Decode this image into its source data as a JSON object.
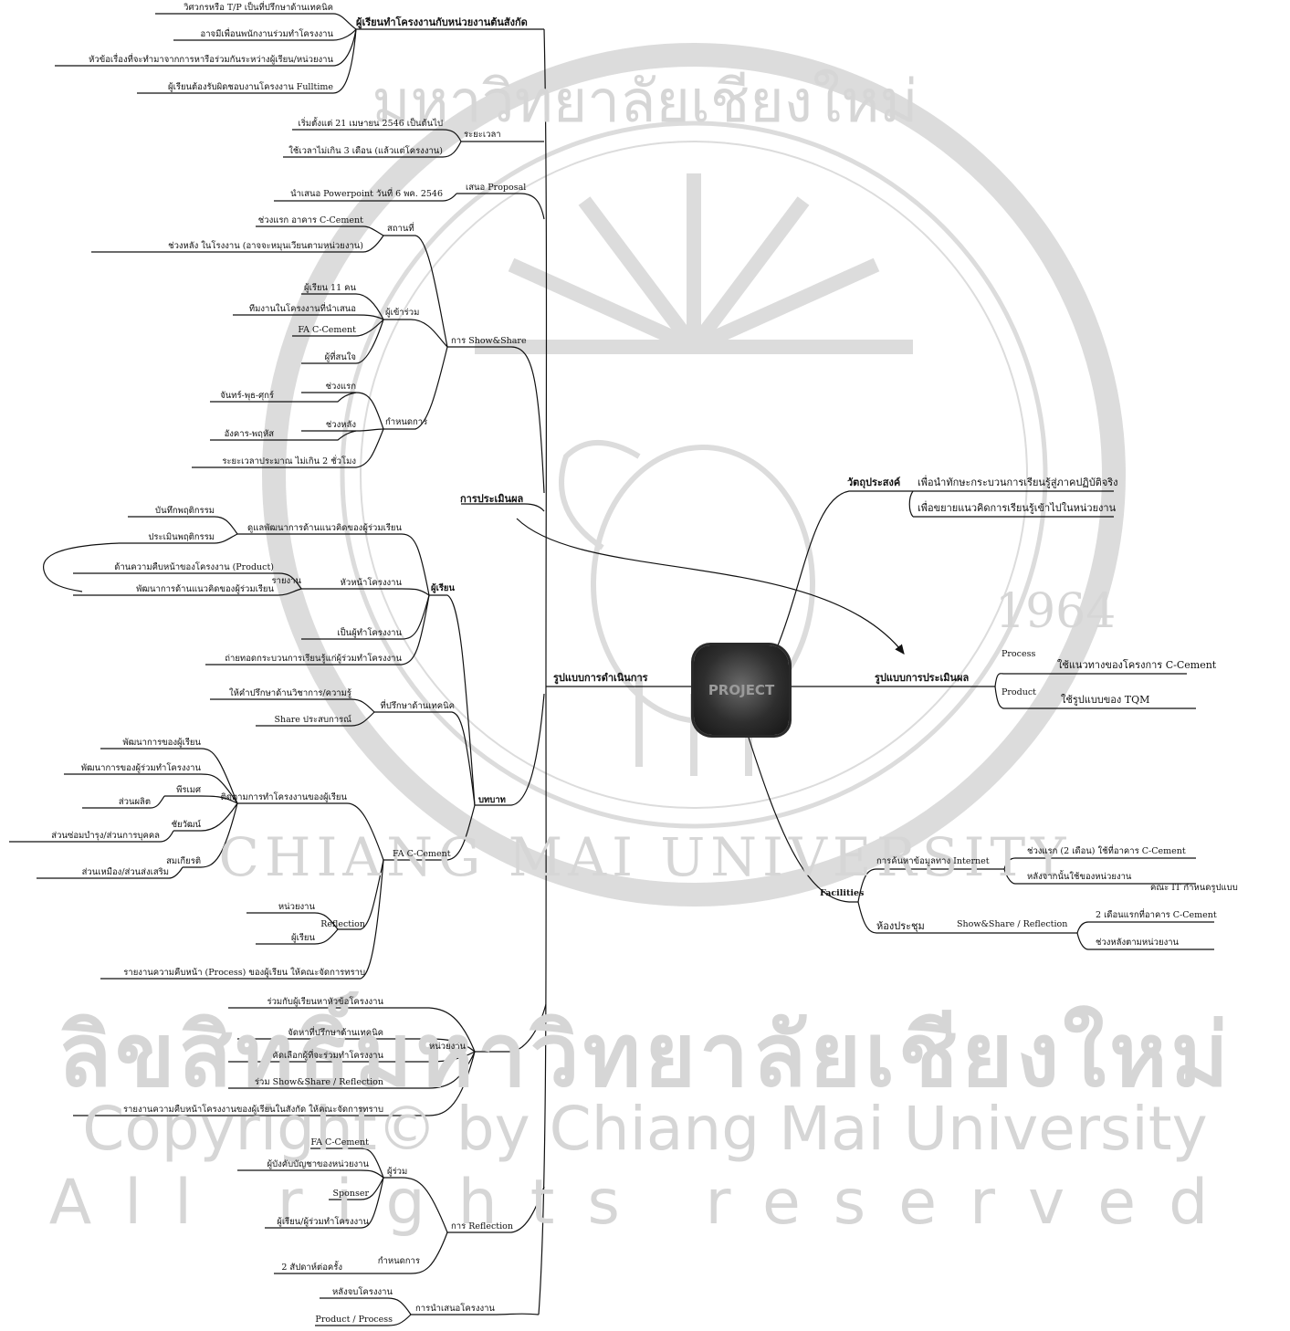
{
  "center": {
    "title": "PROJECT"
  },
  "watermark": {
    "thai": "ลิขสิทธิ์มหาวิทยาลัยเชียงใหม่",
    "copyright": "Copyright© by Chiang Mai University",
    "rights": "All rights reserved",
    "seal_ring_top": "มหาวิทยาลัยเชียงใหม่",
    "seal_ring_bottom": "CHIANG MAI UNIVERSITY",
    "seal_year": "1964"
  },
  "right": {
    "objectives": {
      "label": "วัตถุประสงค์",
      "items": [
        "เพื่อนำทักษะกระบวนการเรียนรู้สู่ภาคปฏิบัติจริง",
        "เพื่อขยายแนวคิดการเรียนรู้เข้าไปในหน่วยงาน"
      ]
    },
    "evaluation": {
      "label": "รูปแบบการประเมินผล",
      "process": {
        "label": "Process",
        "value": "ใช้แนวทางของโครงการ C-Cement"
      },
      "product": {
        "label": "Product",
        "value": "ใช้รูปแบบของ TQM"
      }
    },
    "facilities": {
      "label": "Facilities",
      "internet": {
        "label": "การค้นหาข้อมูลทาง Internet",
        "first": "ช่วงแรก (2 เดือน) ใช้ที่อาคาร C-Cement",
        "after": "หลังจากนั้นใช้ของหน่วยงาน",
        "it": "คณะ IT กำหนดรูปแบบ"
      },
      "meeting": {
        "label": "ห้องประชุม",
        "sub": "Show&Share / Reflection",
        "first": "2 เดือนแรกที่อาคาร C-Cement",
        "after": "ช่วงหลังตามหน่วยงาน"
      }
    }
  },
  "left": {
    "main_label": "รูปแบบการดำเนินการ",
    "eval_label": "การประเมินผล",
    "workplace": {
      "label": "ผู้เรียนทำโครงงานกับหน่วยงานต้นสังกัด",
      "items": [
        "วิศวกรหรือ T/P เป็นที่ปรึกษาด้านเทคนิค",
        "อาจมีเพื่อนพนักงานร่วมทำโครงงาน",
        "หัวข้อเรื่องที่จะทำมาจากการหารือร่วมกันระหว่างผู้เรียน/หน่วยงาน",
        "ผู้เรียนต้องรับผิดชอบงานโครงงาน Fulltime"
      ]
    },
    "duration": {
      "label": "ระยะเวลา",
      "items": [
        "เริ่มตั้งแต่ 21 เมษายน 2546 เป็นต้นไป",
        "ใช้เวลาไม่เกิน 3 เดือน (แล้วแต่โครงงาน)"
      ]
    },
    "proposal": {
      "label": "เสนอ Proposal",
      "item": "นำเสนอ Powerpoint วันที่ 6 พค. 2546"
    },
    "showshare": {
      "label": "การ Show&Share",
      "place": {
        "label": "สถานที่",
        "items": [
          "ช่วงแรก อาคาร C-Cement",
          "ช่วงหลัง ในโรงงาน (อาจจะหมุนเวียนตามหน่วยงาน)"
        ]
      },
      "participants": {
        "label": "ผู้เข้าร่วม",
        "items": [
          "ผู้เรียน 11 คน",
          "ทีมงานในโครงงานที่นำเสนอ",
          "FA C-Cement",
          "ผู้ที่สนใจ"
        ]
      },
      "schedule": {
        "label": "กำหนดการ",
        "first": "ช่วงแรก",
        "first_days": "จันทร์-พุธ-ศุกร์",
        "later": "ช่วงหลัง",
        "later_days": "อังคาร-พฤหัส",
        "length": "ระยะเวลาประมาณ ไม่เกิน 2 ชั่วโมง"
      }
    },
    "roles": {
      "label": "บทบาท",
      "learner": {
        "label": "ผู้เรียน",
        "develop": {
          "label": "ดูแลพัฒนาการด้านแนวคิดของผู้ร่วมเรียน",
          "items": [
            "บันทึกพฤติกรรม",
            "ประเมินพฤติกรรม"
          ]
        },
        "lead": {
          "label": "หัวหน้าโครงงาน",
          "report": "รายงาน",
          "items": [
            "ด้านความคืบหน้าของโครงงาน (Product)",
            "พัฒนาการด้านแนวคิดของผู้ร่วมเรียน"
          ]
        },
        "owner": "เป็นผู้ทำโครงงาน",
        "transfer": "ถ่ายทอดกระบวนการเรียนรู้แก่ผู้ร่วมทำโครงงาน"
      },
      "advisor": {
        "label": "ที่ปรึกษาด้านเทคนิค",
        "items": [
          "ให้คำปรึกษาด้านวิชาการ/ความรู้",
          "Share ประสบการณ์"
        ]
      },
      "fa": {
        "label": "FA C-Cement",
        "follow": {
          "label": "ติดตามการทำโครงงานของผู้เรียน",
          "items": [
            "พัฒนาการของผู้เรียน",
            "พัฒนาการของผู้ร่วมทำโครงงาน"
          ],
          "p1": {
            "name": "พีรเมศ",
            "dept": "ส่วนผลิต"
          },
          "p2": {
            "name": "ชัยวัฒน์",
            "dept": "ส่วนซ่อมบำรุง/ส่วนการบุคคล"
          },
          "p3": {
            "name": "สมเกียรติ",
            "dept": "ส่วนเหมือง/ส่วนส่งเสริม"
          }
        },
        "reflection": {
          "label": "Reflection",
          "items": [
            "หน่วยงาน",
            "ผู้เรียน"
          ]
        },
        "report": "รายงานความคืบหน้า (Process) ของผู้เรียน ให้คณะจัดการทราบ"
      },
      "unit": {
        "label": "หน่วยงาน",
        "items": [
          "ร่วมกับผู้เรียนหาหัวข้อโครงงาน",
          "จัดหาที่ปรึกษาด้านเทคนิค",
          "คัดเลือกผู้ที่จะร่วมทำโครงงาน",
          "ร่วม Show&Share / Reflection",
          "รายงานความคืบหน้าโครงงานของผู้เรียนในสังกัด ให้คณะจัดการทราบ"
        ]
      }
    },
    "reflection": {
      "label": "การ Reflection",
      "participants": {
        "label": "ผู้ร่วม",
        "items": [
          "FA C-Cement",
          "ผู้บังคับบัญชาของหน่วยงาน",
          "Sponser",
          "ผู้เรียน/ผู้ร่วมทำโครงงาน"
        ]
      },
      "schedule": {
        "label": "กำหนดการ",
        "item": "2 สัปดาห์ต่อครั้ง"
      }
    },
    "present": {
      "label": "การนำเสนอโครงงาน",
      "items": [
        "หลังจบโครงงาน",
        "Product / Process"
      ]
    }
  }
}
